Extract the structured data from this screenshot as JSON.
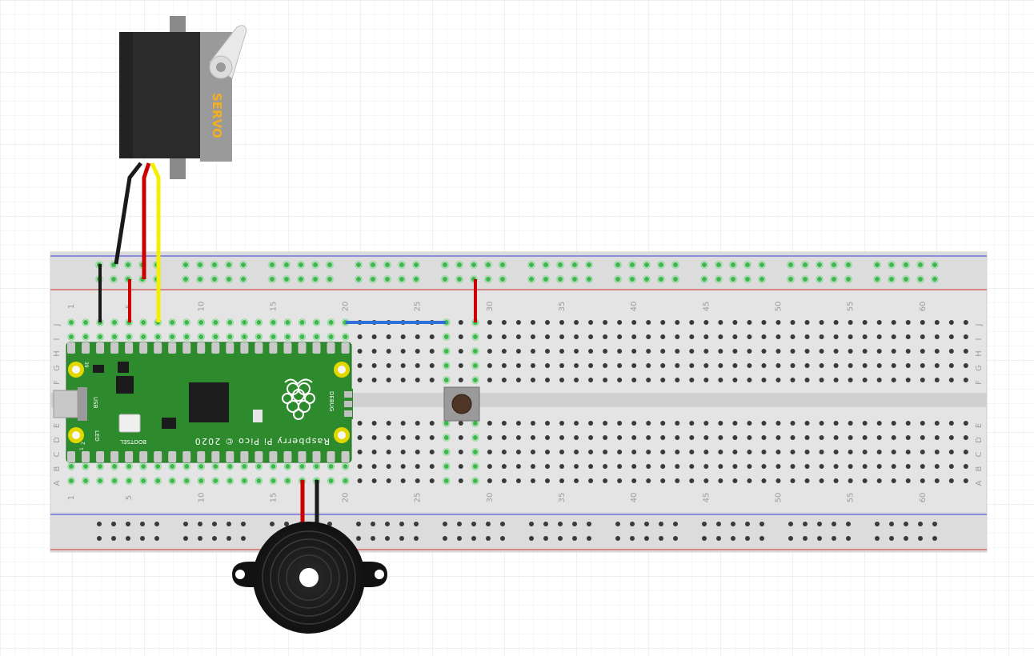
{
  "servo": {
    "label": "SERVO"
  },
  "pico": {
    "board_name": "Raspberry Pi Pico © 2020",
    "usb_label": "USB",
    "bootsel_label": "BOOTSEL",
    "led_label": "LED",
    "debug_label": "DEBUG",
    "pin_label_1": "1",
    "pin_label_2": "2",
    "pin_label_39": "39"
  },
  "breadboard": {
    "column_numbers": [
      "1",
      "5",
      "10",
      "15",
      "20",
      "25",
      "30",
      "35",
      "40",
      "45",
      "50",
      "55",
      "60"
    ],
    "row_letters_top": [
      "J",
      "I",
      "H",
      "G",
      "F"
    ],
    "row_letters_bottom": [
      "E",
      "D",
      "C",
      "B",
      "A"
    ]
  },
  "colors": {
    "wire_black": "#1a1a1a",
    "wire_red": "#cc0000",
    "wire_yellow": "#f4ee00",
    "wire_blue": "#2f6fd8",
    "pico_green": "#2d8a2d",
    "servo_body": "#2b2b2b",
    "servo_label": "#f2b01e",
    "hole_connected": "#3cb94a"
  },
  "components": [
    "servo",
    "raspberry-pi-pico",
    "pushbutton",
    "piezo-buzzer",
    "breadboard"
  ]
}
